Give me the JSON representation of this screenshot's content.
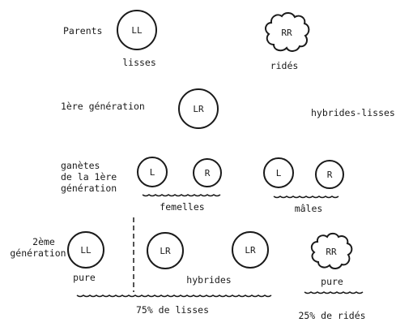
{
  "colors": {
    "ink": "#1a1a1a",
    "background": "#ffffff"
  },
  "labels": {
    "parents": "Parents",
    "lisses": "lisses",
    "rides": "ridés",
    "first_generation": "1ère génération",
    "hybrides_lisses": "hybrides-lisses",
    "gametes_line1": "ganètes",
    "gametes_line2": "de la 1ère",
    "gametes_line3": "génération",
    "femelles": "femelles",
    "males": "mâles",
    "second_gen_line1": "2ème",
    "second_gen_line2": "génération",
    "pure_left": "pure",
    "hybrides": "hybrides",
    "pure_right": "pure",
    "pct_lisses": "75% de lisses",
    "pct_rides": "25% de ridés"
  },
  "alleles": {
    "parent_smooth": "LL",
    "parent_wrinkled": "RR",
    "f1": "LR",
    "gamete_female_1": "L",
    "gamete_female_2": "R",
    "gamete_male_1": "L",
    "gamete_male_2": "R",
    "f2_pure_smooth": "LL",
    "f2_hybrid_1": "LR",
    "f2_hybrid_2": "LR",
    "f2_pure_wrinkled": "RR"
  }
}
